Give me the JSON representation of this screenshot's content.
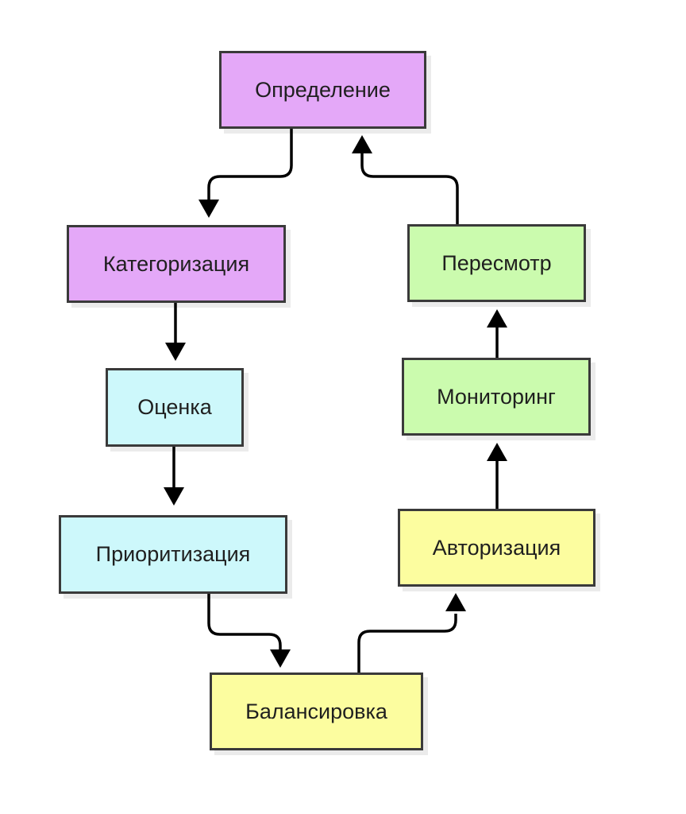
{
  "colors": {
    "purple": "#e4a8f8",
    "cyan": "#cdf8fb",
    "yellow": "#fcfd9f",
    "green": "#cbfbae",
    "border": "#3a3a3a",
    "arrow": "#000000"
  },
  "nodes": {
    "definition": {
      "label": "Определение",
      "color": "purple"
    },
    "categorization": {
      "label": "Категоризация",
      "color": "purple"
    },
    "assessment": {
      "label": "Оценка",
      "color": "cyan"
    },
    "prioritization": {
      "label": "Приоритизация",
      "color": "cyan"
    },
    "balancing": {
      "label": "Балансировка",
      "color": "yellow"
    },
    "authorization": {
      "label": "Авторизация",
      "color": "yellow"
    },
    "monitoring": {
      "label": "Мониторинг",
      "color": "green"
    },
    "review": {
      "label": "Пересмотр",
      "color": "green"
    }
  },
  "edges": [
    {
      "from": "definition",
      "to": "categorization"
    },
    {
      "from": "categorization",
      "to": "assessment"
    },
    {
      "from": "assessment",
      "to": "prioritization"
    },
    {
      "from": "prioritization",
      "to": "balancing"
    },
    {
      "from": "balancing",
      "to": "authorization"
    },
    {
      "from": "authorization",
      "to": "monitoring"
    },
    {
      "from": "monitoring",
      "to": "review"
    },
    {
      "from": "review",
      "to": "definition"
    }
  ]
}
